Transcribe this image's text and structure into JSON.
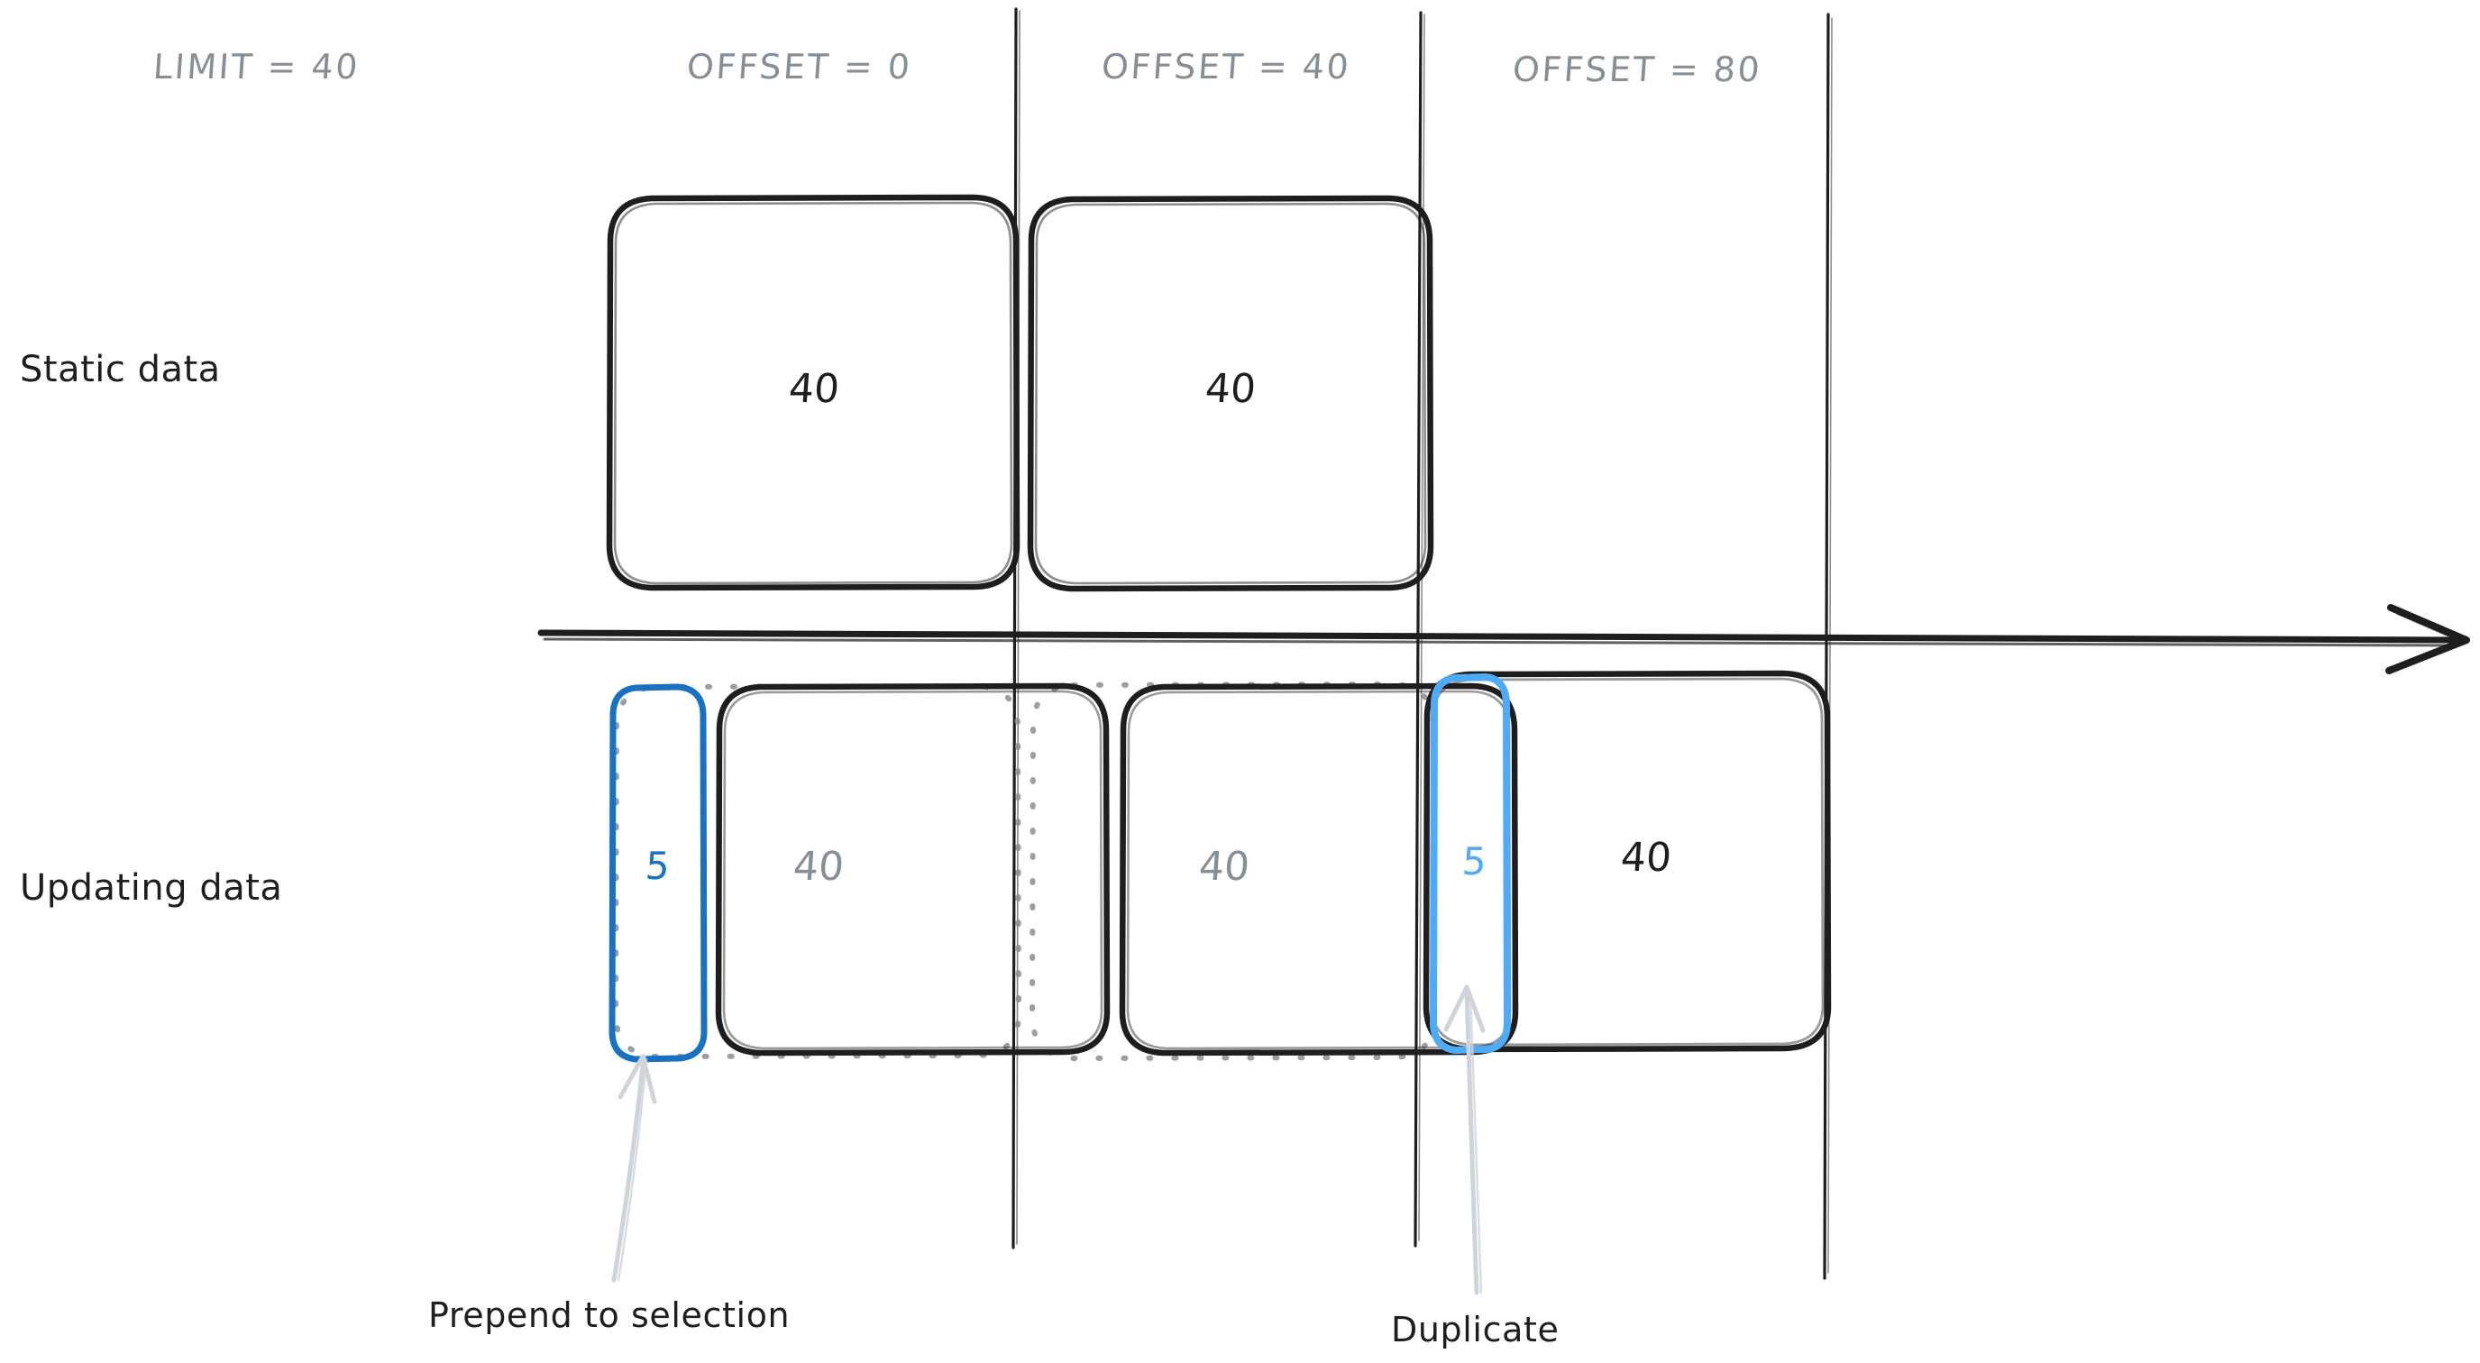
{
  "diagram": {
    "title_hint": "LIMIT / OFFSET pagination with static vs updating data",
    "background_color": "#ffffff",
    "ink_color": "#1e1e1e",
    "muted_color": "#868e96",
    "blue_dark": "#1971c2",
    "blue_light": "#4dabf7",
    "arrow_color": "#ced4da"
  },
  "axis": {
    "limit_label": "LIMIT = 40",
    "columns": [
      {
        "label": "OFFSET = 0"
      },
      {
        "label": "OFFSET = 40"
      },
      {
        "label": "OFFSET = 80"
      }
    ]
  },
  "rows": [
    {
      "label": "Static data"
    },
    {
      "label": "Updating data"
    }
  ],
  "static_row": {
    "pages": [
      {
        "value": "40"
      },
      {
        "value": "40"
      }
    ]
  },
  "updating_row": {
    "items": [
      {
        "value": "5",
        "kind": "prepended"
      },
      {
        "value": "40",
        "kind": "page-shifted"
      },
      {
        "value": "40",
        "kind": "page-shifted"
      },
      {
        "value": "5",
        "kind": "duplicate"
      },
      {
        "value": "40",
        "kind": "page"
      }
    ]
  },
  "annotations": [
    {
      "label": "Prepend to selection"
    },
    {
      "label": "Duplicate"
    }
  ]
}
